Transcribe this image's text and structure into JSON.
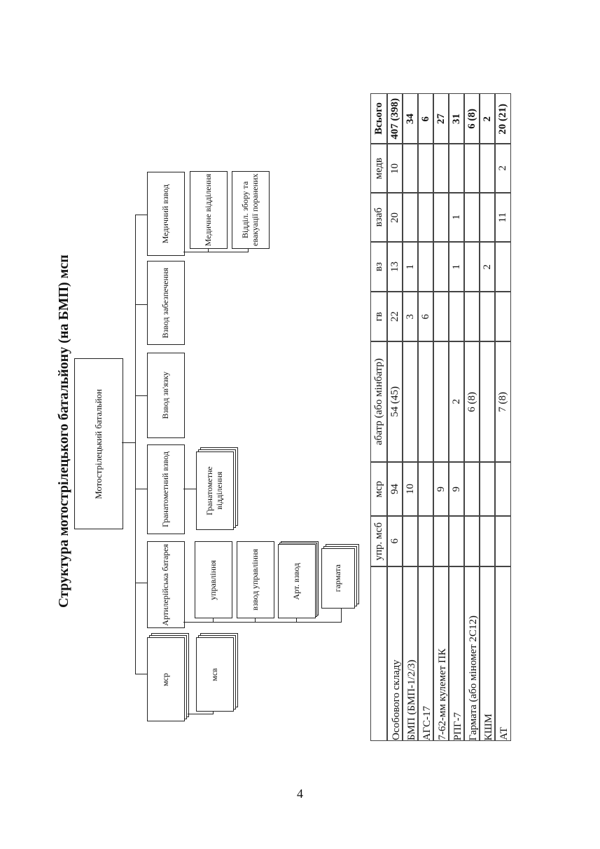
{
  "title": "Структура мотострілецького батальйону (на БМП) мсп",
  "page_number": "4",
  "org": {
    "root": "Мотострілецький батальйон",
    "units": [
      {
        "label": "мср",
        "stacked": true
      },
      {
        "label": "Артилерійська батарея"
      },
      {
        "label": "Гранатометний взвод"
      },
      {
        "label": "Взвод зв'язку"
      },
      {
        "label": "Взвод забезпечення"
      },
      {
        "label": "Медичний взвод"
      }
    ],
    "msr_sub": "мсв",
    "artillery_sub": [
      "управління",
      "взвод управління",
      "Арт. взвод",
      "гармата"
    ],
    "grenade_sub": "Гранатометне відділення",
    "medical_sub": [
      "Медичне відділення",
      "Відділ. збору та евакуації поранених"
    ]
  },
  "table": {
    "columns": [
      "",
      "упр. мсб",
      "мср",
      "абатр (або мінбатр)",
      "гв",
      "вз",
      "взаб",
      "медв",
      "Всього"
    ],
    "rows": [
      [
        "Особового складу",
        "6",
        "94",
        "54 (45)",
        "22",
        "13",
        "20",
        "10",
        "407 (398)"
      ],
      [
        "БМП (БМП-1/2/3)",
        "",
        "10",
        "",
        "3",
        "1",
        "",
        "",
        "34"
      ],
      [
        "АГС-17",
        "",
        "",
        "",
        "6",
        "",
        "",
        "",
        "6"
      ],
      [
        "7-62-мм кулемет ПК",
        "",
        "9",
        "",
        "",
        "",
        "",
        "",
        "27"
      ],
      [
        "РПГ-7",
        "",
        "9",
        "2",
        "",
        "1",
        "1",
        "",
        "31"
      ],
      [
        "Гармата (або міномет 2С12)",
        "",
        "",
        "6 (8)",
        "",
        "",
        "",
        "",
        "6 (8)"
      ],
      [
        "КШМ",
        "",
        "",
        "",
        "",
        "2",
        "",
        "",
        "2"
      ],
      [
        "АТ",
        "",
        "",
        "7 (8)",
        "",
        "",
        "11",
        "2",
        "20 (21)"
      ]
    ]
  }
}
